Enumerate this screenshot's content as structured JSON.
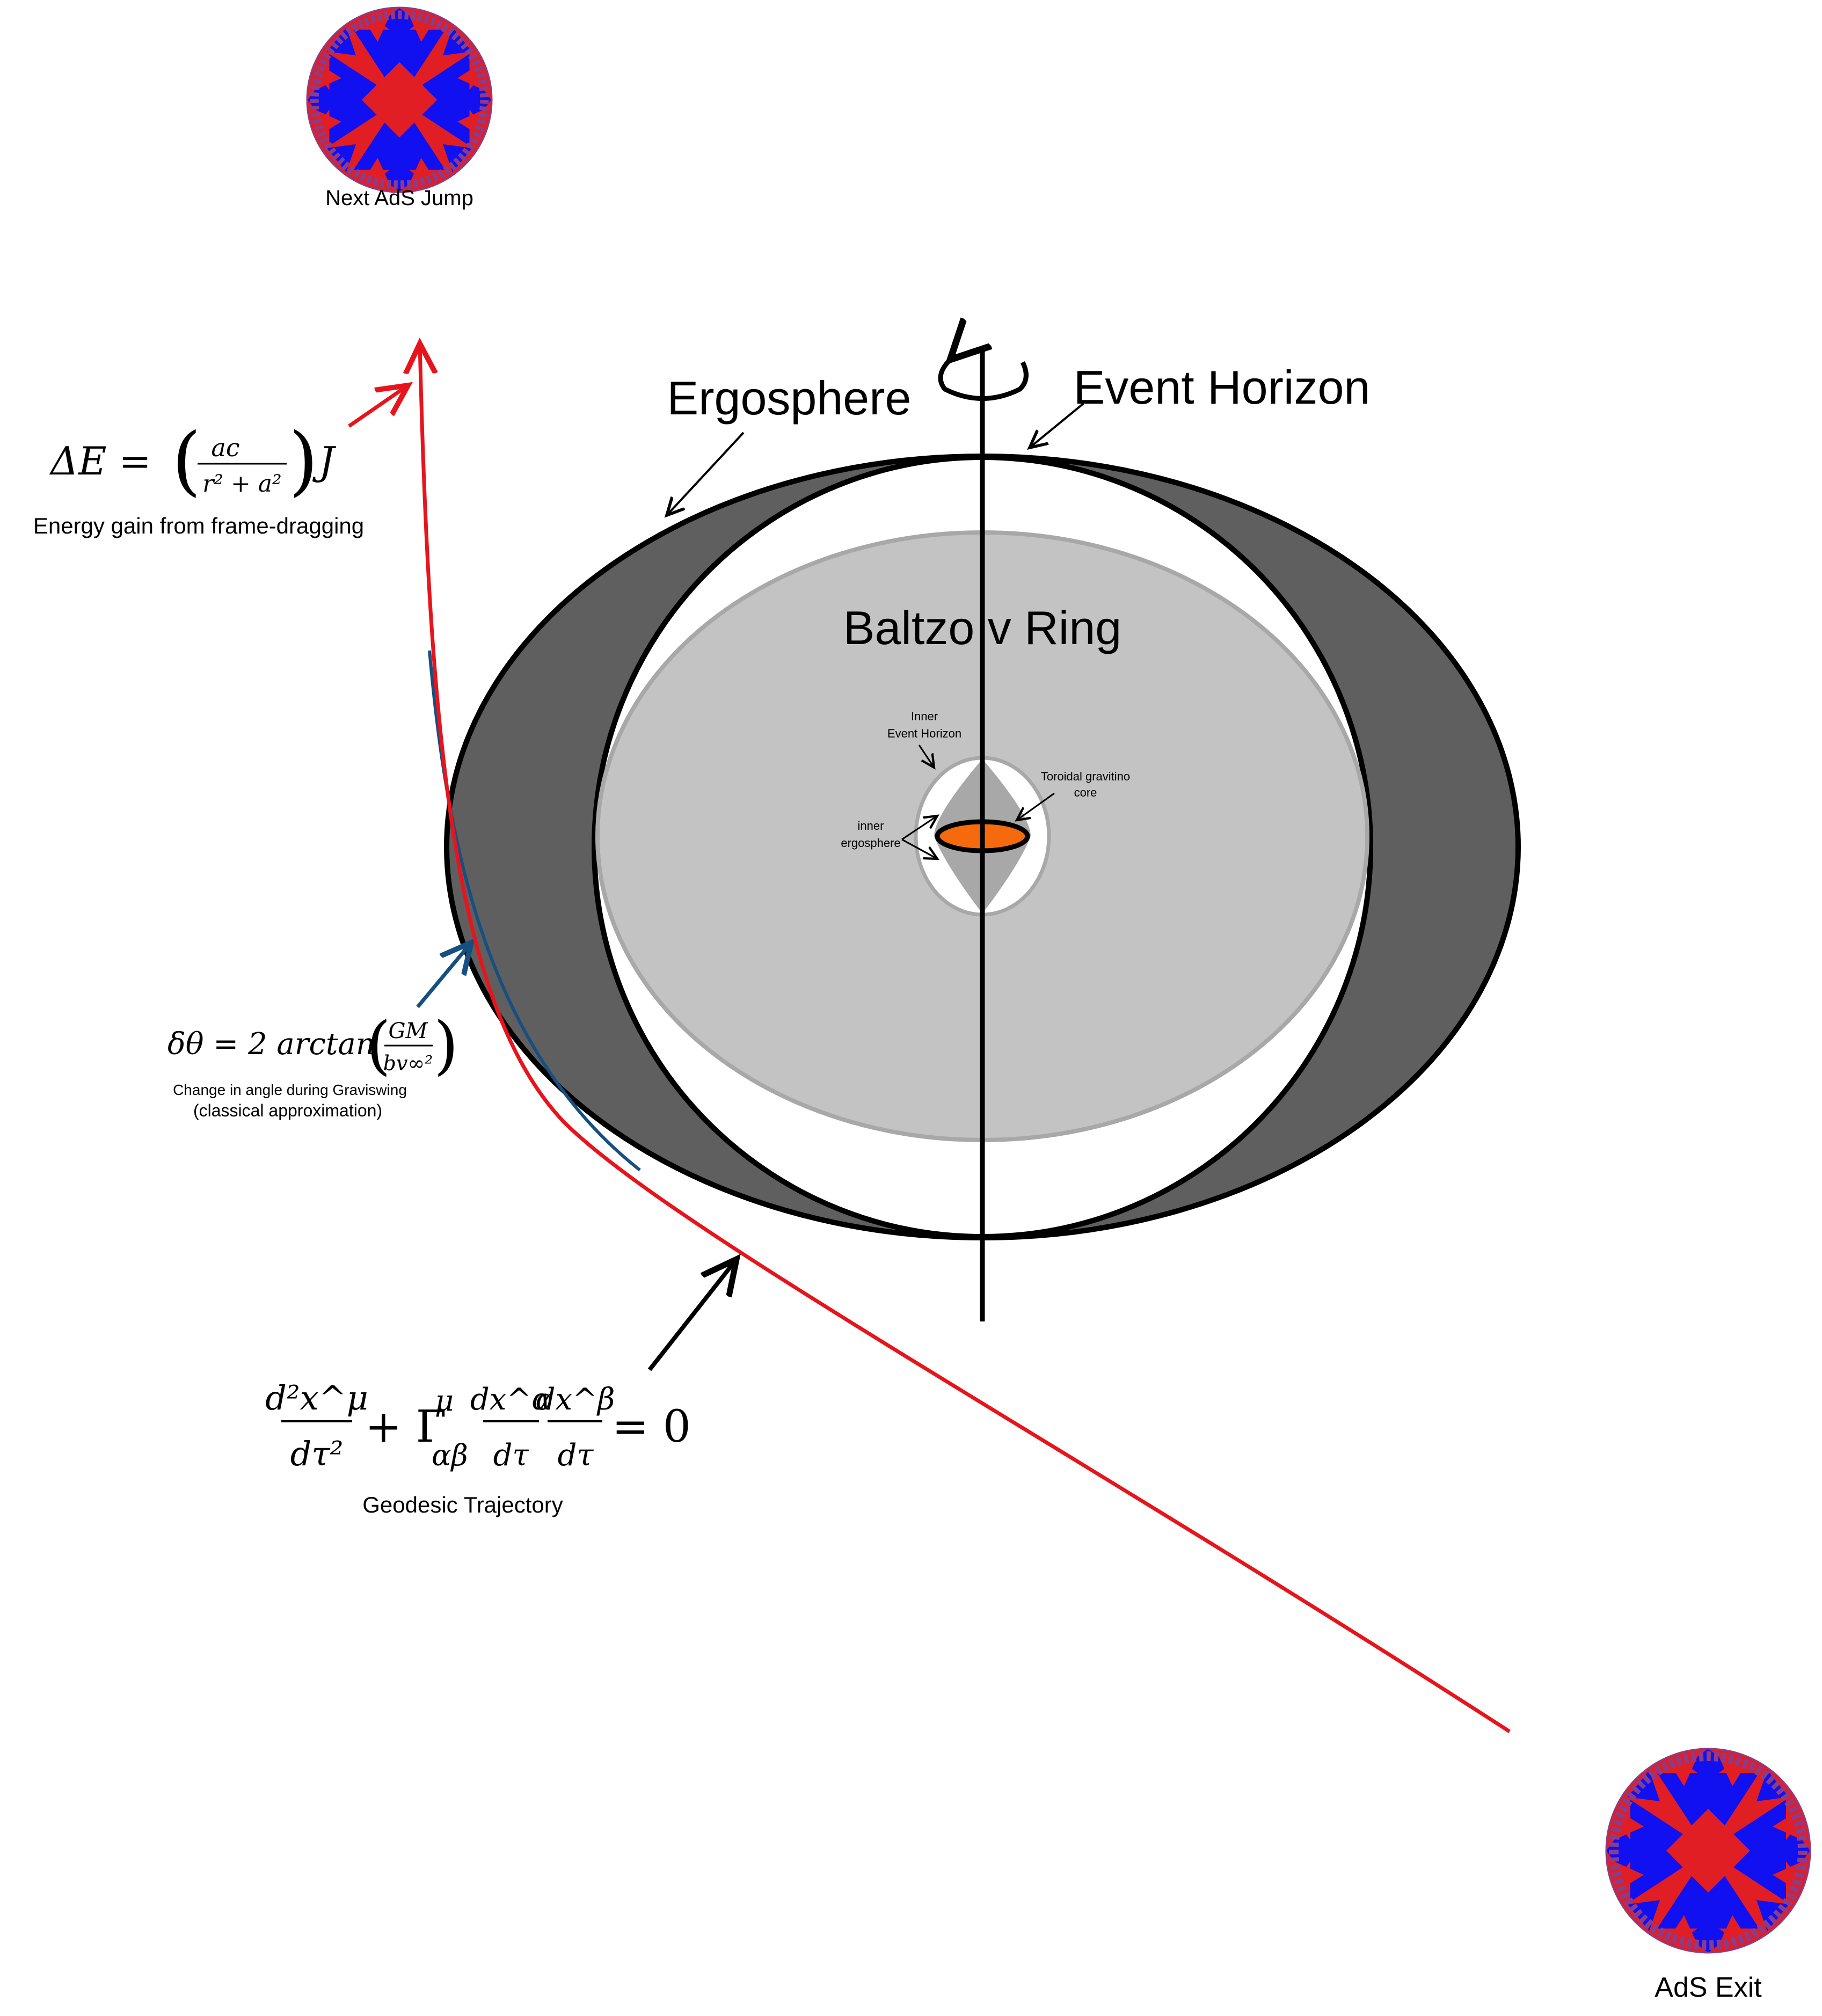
{
  "labels": {
    "next_jump": "Next AdS Jump",
    "exit": "AdS Exit",
    "ergosphere": "Ergosphere",
    "event_horizon": "Event Horizon",
    "baltzov_ring": "Baltzo v Ring",
    "inner_event_horizon_line1": "Inner",
    "inner_event_horizon_line2": "Event Horizon",
    "toroidal_core_line1": "Toroidal gravitino",
    "toroidal_core_line2": "core",
    "inner_ergosphere_line1": "inner",
    "inner_ergosphere_line2": "ergosphere"
  },
  "equations": {
    "energy": {
      "lhs": "ΔE = ",
      "num": "ac",
      "den": "r² + a²",
      "factor": "J",
      "caption": "Energy gain from frame-dragging"
    },
    "graviswing": {
      "lhs": "δθ = 2 arctan",
      "num": "GM",
      "den": "bv∞²",
      "caption_line1": "Change in angle during Graviswing",
      "caption_line2": "(classical approximation)"
    },
    "geodesic": {
      "n1": "d²x^μ",
      "d1": "dτ²",
      "plus": "+ Γ",
      "sup": "μ",
      "sub": "αβ",
      "n2": "dx^α",
      "d2": "dτ",
      "n3": "dx^β",
      "d3": "dτ",
      "rhs": "= 0",
      "caption": "Geodesic Trajectory"
    }
  },
  "colors": {
    "ergosphere": "#5f5f5f",
    "ring": "#c3c3c3",
    "ring_stroke": "#a8a8a8",
    "trajectory": "#e8141c",
    "graviswing": "#174f80",
    "core": "#f56a0c",
    "tiling_red": "#e01e24",
    "tiling_blue": "#1010f0",
    "tiling_rim": "#8a3c8c"
  },
  "icons": {
    "rotation": "rotation-arrow-icon",
    "tiling": "hyperbolic-tiling-icon"
  }
}
